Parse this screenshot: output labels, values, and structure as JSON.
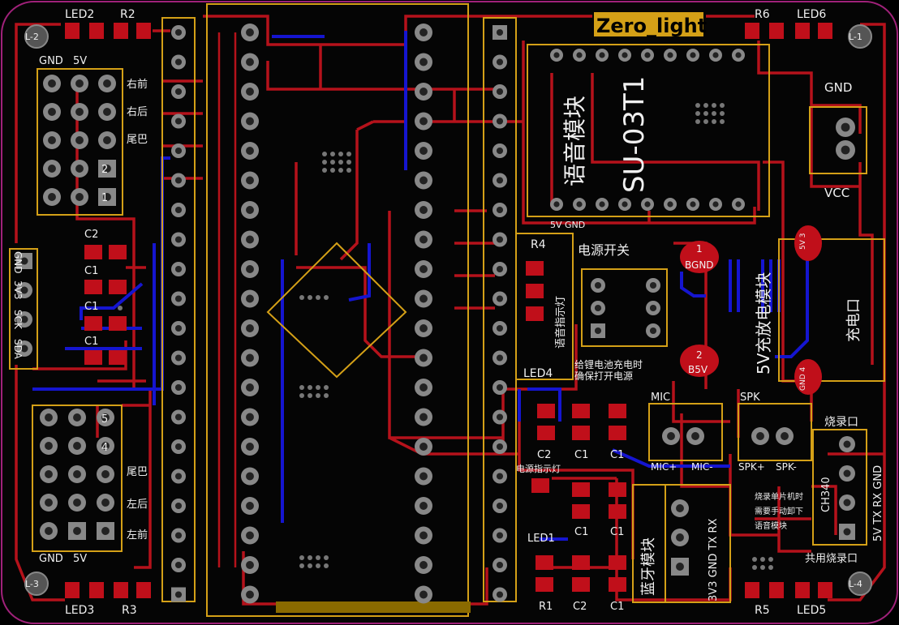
{
  "board_title": "Zero_light",
  "colors": {
    "background": "#050505",
    "outline": "#a0217a",
    "top_copper": "#b5121b",
    "bottom_copper": "#1515d0",
    "silkscreen": "#d4a017",
    "text": "#f0f0f0",
    "pad": "#c00f1a",
    "title_bg": "#d4a017"
  },
  "corner_marks": [
    "L-2",
    "L-1",
    "L-3",
    "L-4"
  ],
  "leds": {
    "led2": "LED2",
    "led3": "LED3",
    "led4": "LED4",
    "led5": "LED5",
    "led6": "LED6",
    "led1": "LED1"
  },
  "resistors": {
    "r1": "R1",
    "r2": "R2",
    "r3": "R3",
    "r4": "R4",
    "r5": "R5",
    "r6": "R6"
  },
  "caps": {
    "c1": "C1",
    "c2": "C2"
  },
  "servo_top": {
    "gnd": "GND",
    "v5": "5V",
    "ch1": "右前",
    "ch2": "右后",
    "ch3": "尾巴",
    "num2": "2",
    "num1": "1"
  },
  "servo_bottom": {
    "gnd": "GND",
    "v5": "5V",
    "ch1": "尾巴",
    "ch2": "左后",
    "ch3": "左前",
    "num5": "5",
    "num4": "4"
  },
  "i2c_header": [
    "GND",
    "3V3",
    "SCK",
    "SDA"
  ],
  "voice_module": {
    "name": "语音模块",
    "model": "SU-03T1",
    "pins": "5V GND"
  },
  "power": {
    "switch": "电源开关",
    "note1": "给锂电池充电时",
    "note2": "确保打开电源",
    "indicator": "电源指示灯",
    "voice_indicator": "语音指示灯"
  },
  "charge_module": {
    "name": "5V充放电模块",
    "port": "充电口",
    "bgnd": "BGND",
    "b5v": "B5V",
    "n1": "1",
    "n2": "2",
    "gnd4": "GND 4",
    "v5_3": "5V 3"
  },
  "battery": {
    "gnd": "GND",
    "vcc": "VCC"
  },
  "audio": {
    "mic": "MIC",
    "spk": "SPK",
    "mic_plus": "MIC+",
    "mic_minus": "MIC-",
    "spk_plus": "SPK+",
    "spk_minus": "SPK-"
  },
  "bluetooth": {
    "name": "蓝牙模块",
    "pins": "3V3 GND TX RX"
  },
  "burn_port": {
    "title": "烧录口",
    "chip": "CH340",
    "pins": "5V TX RX GND",
    "shared": "共用烧录口",
    "note1": "烧录单片机时",
    "note2": "需要手动卸下",
    "note3": "语音模块"
  }
}
